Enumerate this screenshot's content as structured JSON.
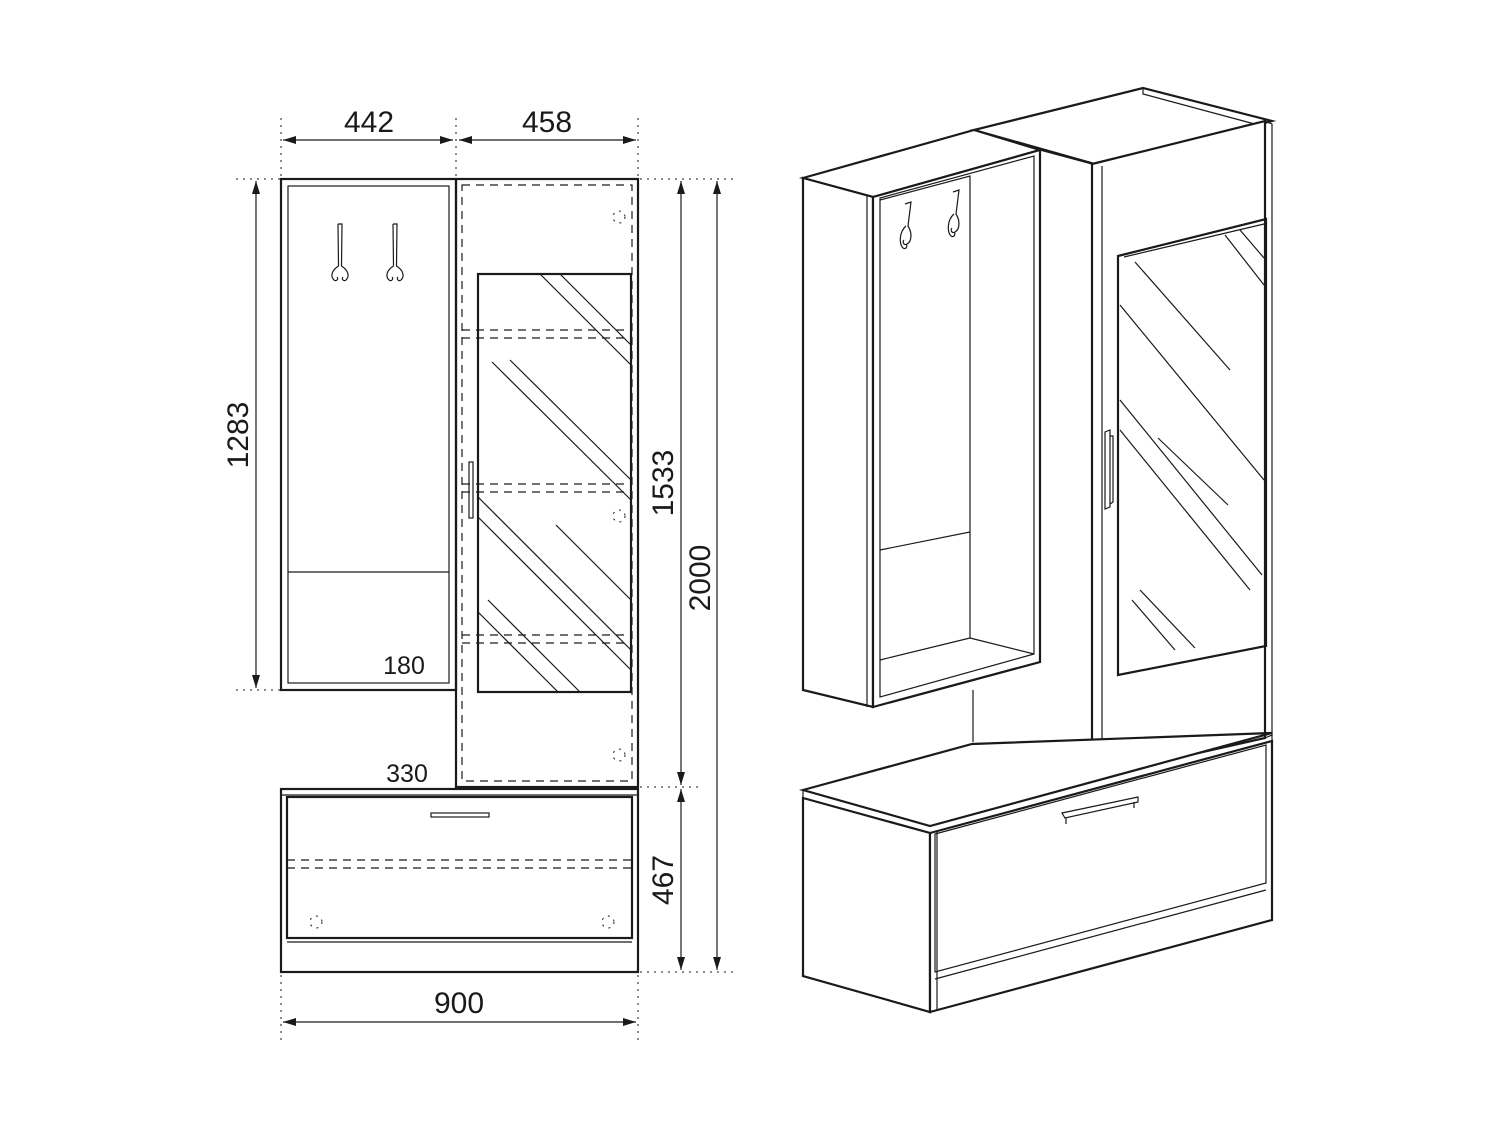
{
  "dimensions": {
    "top_left_width": "442",
    "top_right_width": "458",
    "coat_section_height": "1283",
    "cabinet_height": "1533",
    "total_height": "2000",
    "bench_height": "467",
    "total_width": "900",
    "shelf_height": "180",
    "bench_depth": "330"
  },
  "colors": {
    "line": "#1a1a1a",
    "background": "#ffffff"
  },
  "icons": {
    "hook": "coat-hook-icon",
    "handle": "handle-icon",
    "arrow": "arrow-icon"
  }
}
